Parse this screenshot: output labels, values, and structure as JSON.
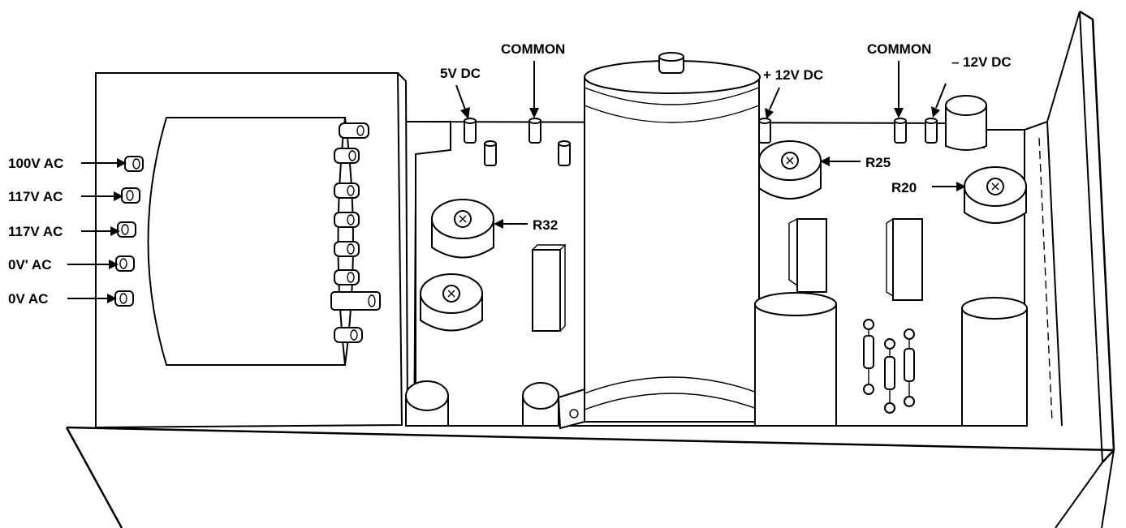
{
  "labels": {
    "tap_100v": "100V AC",
    "tap_117v_a": "117V AC",
    "tap_117v_b": "117V AC",
    "tap_0v_a": "0V' AC",
    "tap_0v_b": "0V AC",
    "out_5v": "5V DC",
    "common_1": "COMMON",
    "out_plus12": "+ 12V DC",
    "common_2": "COMMON",
    "out_minus12": "– 12V DC",
    "trim_r32": "R32",
    "trim_r25": "R25",
    "trim_r20": "R20"
  }
}
